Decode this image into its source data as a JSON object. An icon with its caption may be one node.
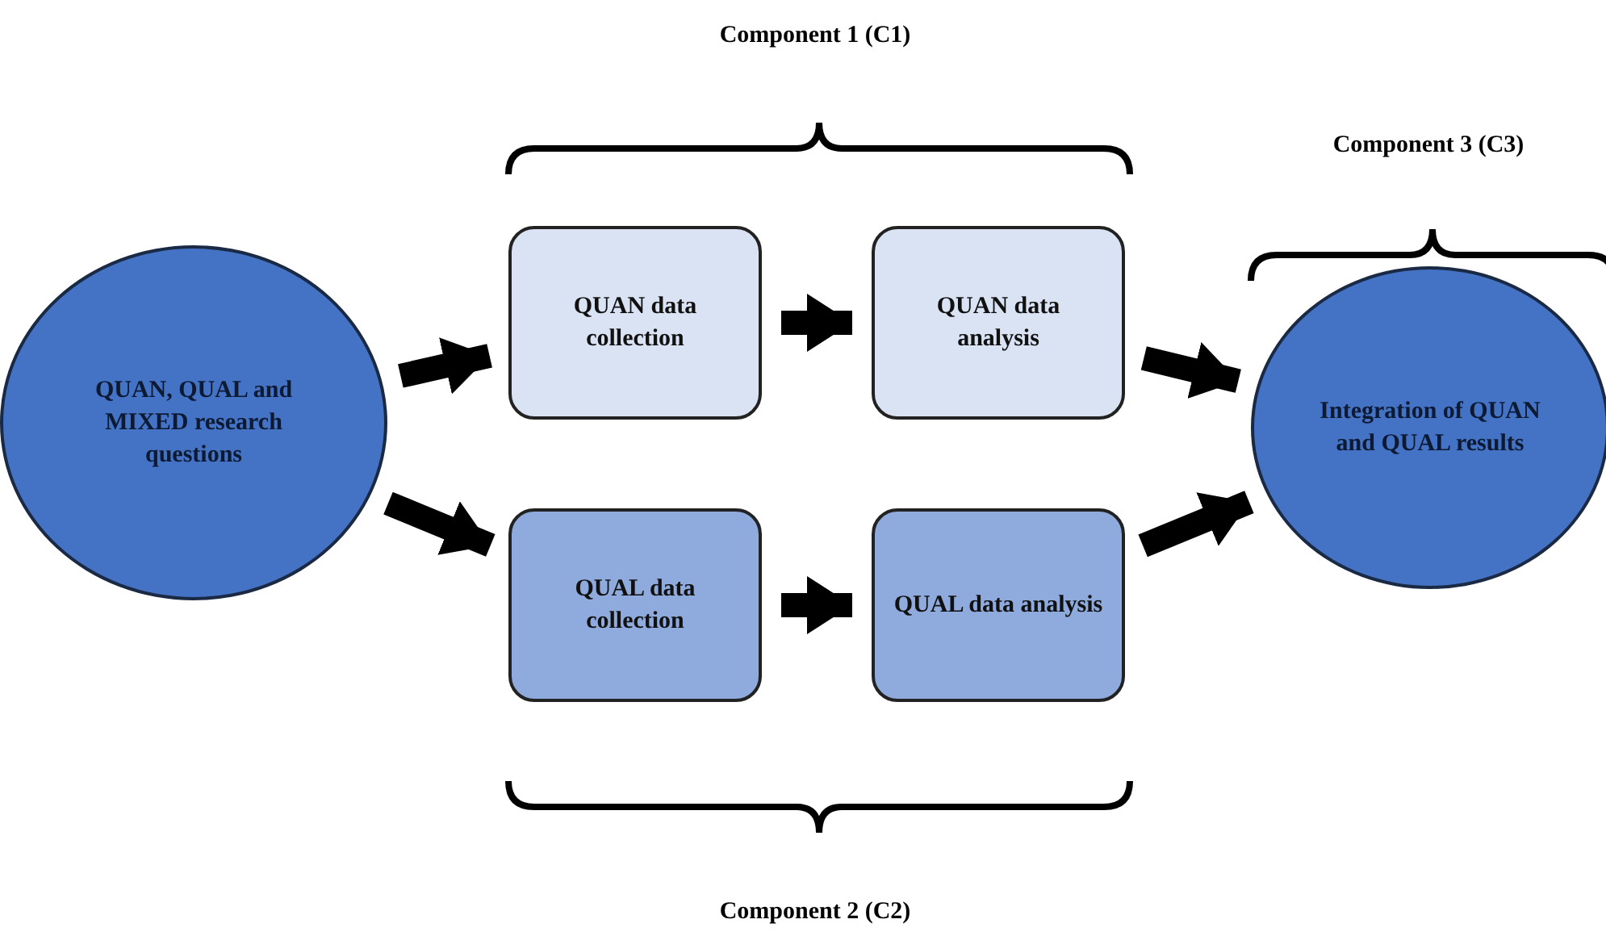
{
  "diagram": {
    "nodes": [
      {
        "text": [
          "QUAN, QUAL and MIXED research questions"
        ]
      },
      {
        "text": [
          "QUAN data collection"
        ]
      },
      {
        "text": [
          "QUAN data analysis"
        ]
      },
      {
        "text": [
          "QUAL data collection"
        ]
      },
      {
        "text": [
          "QUAL data analysis"
        ]
      },
      {
        "text": [
          "Integration of QUAN and QUAL results"
        ]
      }
    ],
    "edges": [
      {
        "from": 0,
        "to": 1,
        "arrow": "to"
      },
      {
        "from": 1,
        "to": 2,
        "arrow": "to"
      },
      {
        "from": 0,
        "to": 3,
        "arrow": "to"
      },
      {
        "from": 3,
        "to": 4,
        "arrow": "to"
      },
      {
        "from": 2,
        "to": 5,
        "arrow": "to"
      },
      {
        "from": 4,
        "to": 5,
        "arrow": "to"
      }
    ],
    "labels": [
      "Component 1 (C1)",
      "Component 3 (C3)",
      "Component 2 (C2)"
    ]
  }
}
